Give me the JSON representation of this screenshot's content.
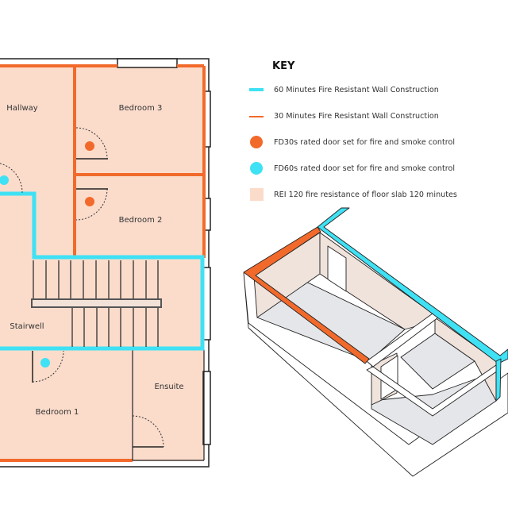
{
  "colors": {
    "fire_60": "#3fe1f4",
    "fire_30": "#f26a2b",
    "floor_slab": "#fbdccb",
    "floor_3d": "#e4e6e9",
    "wall_3d": "#efe3dc"
  },
  "floor_plan": {
    "rooms": {
      "hallway": "Hallway",
      "bedroom3": "Bedroom 3",
      "bedroom2": "Bedroom 2",
      "stairwell": "Stairwell",
      "ensuite": "Ensuite",
      "bedroom1": "Bedroom 1"
    }
  },
  "key": {
    "title": "KEY",
    "items": [
      {
        "icon": "cyan-line-icon",
        "label": "60 Minutes Fire Resistant Wall Construction"
      },
      {
        "icon": "orange-line-icon",
        "label": "30 Minutes Fire Resistant Wall Construction"
      },
      {
        "icon": "orange-dot-icon",
        "label": "FD30s rated door set for fire and smoke control"
      },
      {
        "icon": "cyan-dot-icon",
        "label": "FD60s rated door set for fire and smoke control"
      },
      {
        "icon": "peach-square-icon",
        "label": "REI 120 fire resistance of floor slab 120 minutes"
      }
    ]
  }
}
